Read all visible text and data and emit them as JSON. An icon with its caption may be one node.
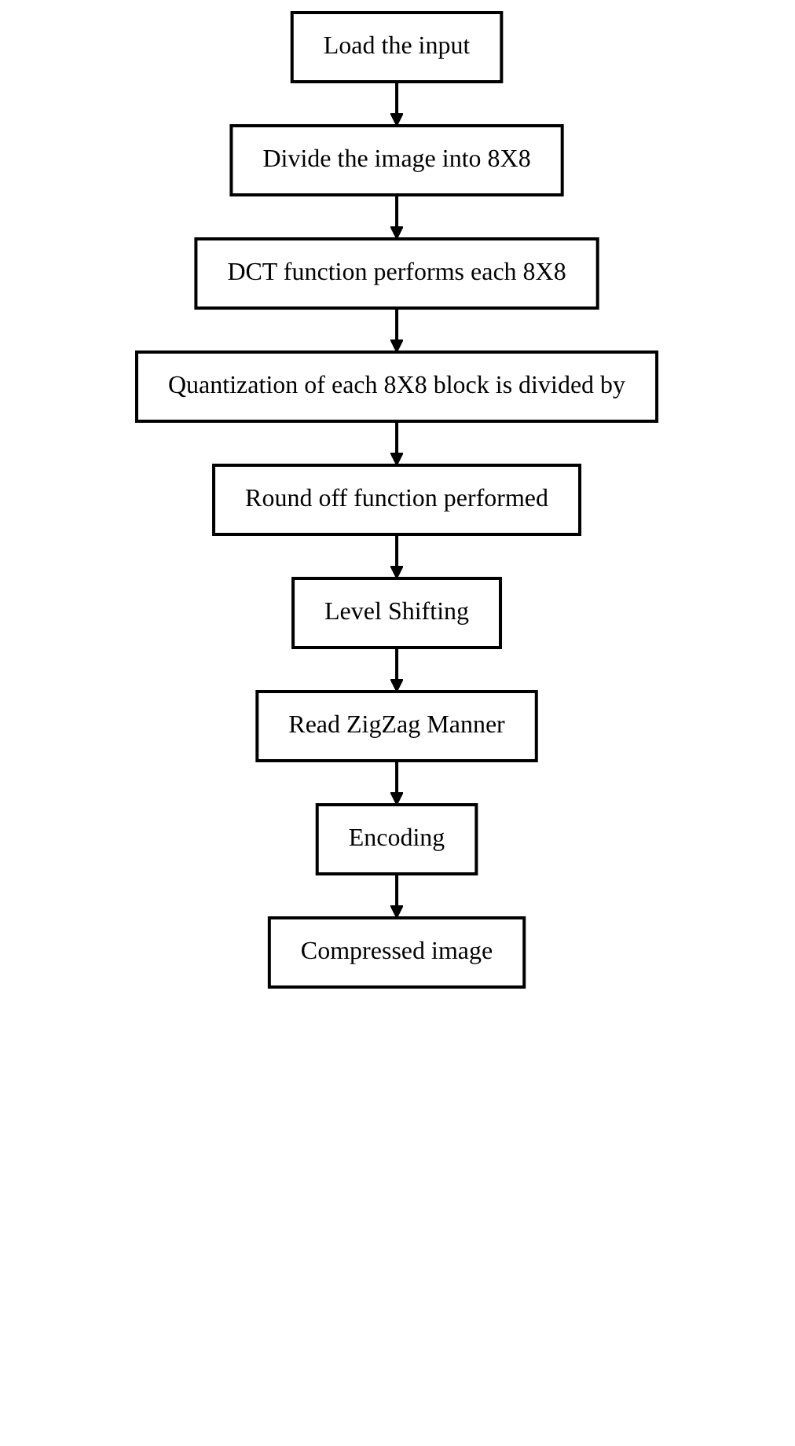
{
  "diagram": {
    "nodes": [
      {
        "text": [
          "Load the input"
        ]
      },
      {
        "text": [
          "Divide the image into 8X8"
        ]
      },
      {
        "text": [
          "DCT function performs each 8X8"
        ]
      },
      {
        "text": [
          "Quantization of each 8X8 block is divided by"
        ]
      },
      {
        "text": [
          "Round off function performed"
        ]
      },
      {
        "text": [
          "Level Shifting"
        ]
      },
      {
        "text": [
          "Read ZigZag Manner"
        ]
      },
      {
        "text": [
          "Encoding"
        ]
      },
      {
        "text": [
          "Compressed image"
        ]
      }
    ],
    "edges": [
      {
        "from": 0,
        "to": 1,
        "arrow": "to"
      },
      {
        "from": 1,
        "to": 2,
        "arrow": "to"
      },
      {
        "from": 2,
        "to": 3,
        "arrow": "to"
      },
      {
        "from": 3,
        "to": 4,
        "arrow": "to"
      },
      {
        "from": 4,
        "to": 5,
        "arrow": "to"
      },
      {
        "from": 5,
        "to": 6,
        "arrow": "to"
      },
      {
        "from": 6,
        "to": 7,
        "arrow": "to"
      },
      {
        "from": 7,
        "to": 8,
        "arrow": "to"
      }
    ]
  }
}
